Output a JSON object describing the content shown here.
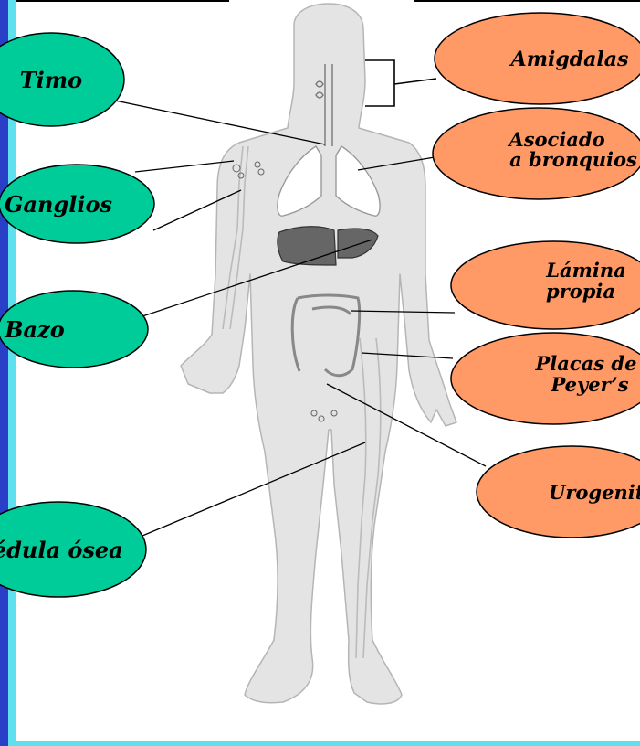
{
  "colors": {
    "left_bubble": "#00cc99",
    "right_bubble": "#ff9966",
    "body": "#e4e4e4",
    "organ": "#666666",
    "border_blue": "#2a3fc8",
    "border_cyan": "#5fe0ee"
  },
  "labels": {
    "left": {
      "timo": "Timo",
      "ganglios": "Ganglios",
      "bazo": "Bazo",
      "medula": "Médula ósea"
    },
    "right": {
      "amigdalas": "Amigdalas",
      "asociado_1": "Asociado",
      "asociado_2": "a bronquios",
      "lamina_1": "Lámina",
      "lamina_2": "propia",
      "placas_1": "Placas de",
      "placas_2": "Peyer’s",
      "urogenital": "Urogenital"
    }
  }
}
